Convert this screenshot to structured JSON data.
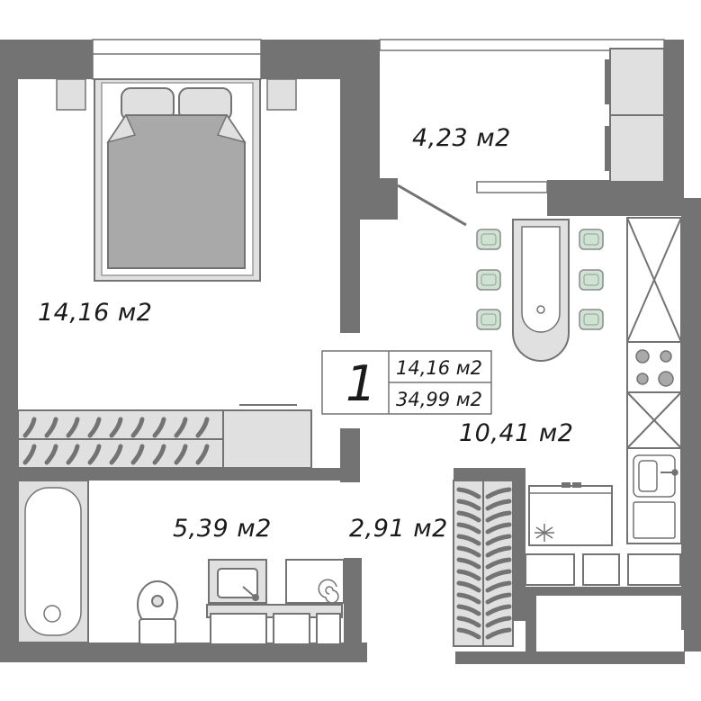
{
  "rooms": {
    "bedroom_area": "14,16 м2",
    "balcony_area": "4,23 м2",
    "kitchen_area": "10,41 м2",
    "bathroom_area": "5,39 м2",
    "hall_area": "2,91 м2"
  },
  "legend": {
    "rooms_count": "1",
    "living_area": "14,16 м2",
    "total_area": "34,99 м2"
  },
  "colors": {
    "wall": "#737373",
    "furniture": "#a9a9a9",
    "furniture_light": "#e0e0e0",
    "chair": "#cfe3d2"
  }
}
